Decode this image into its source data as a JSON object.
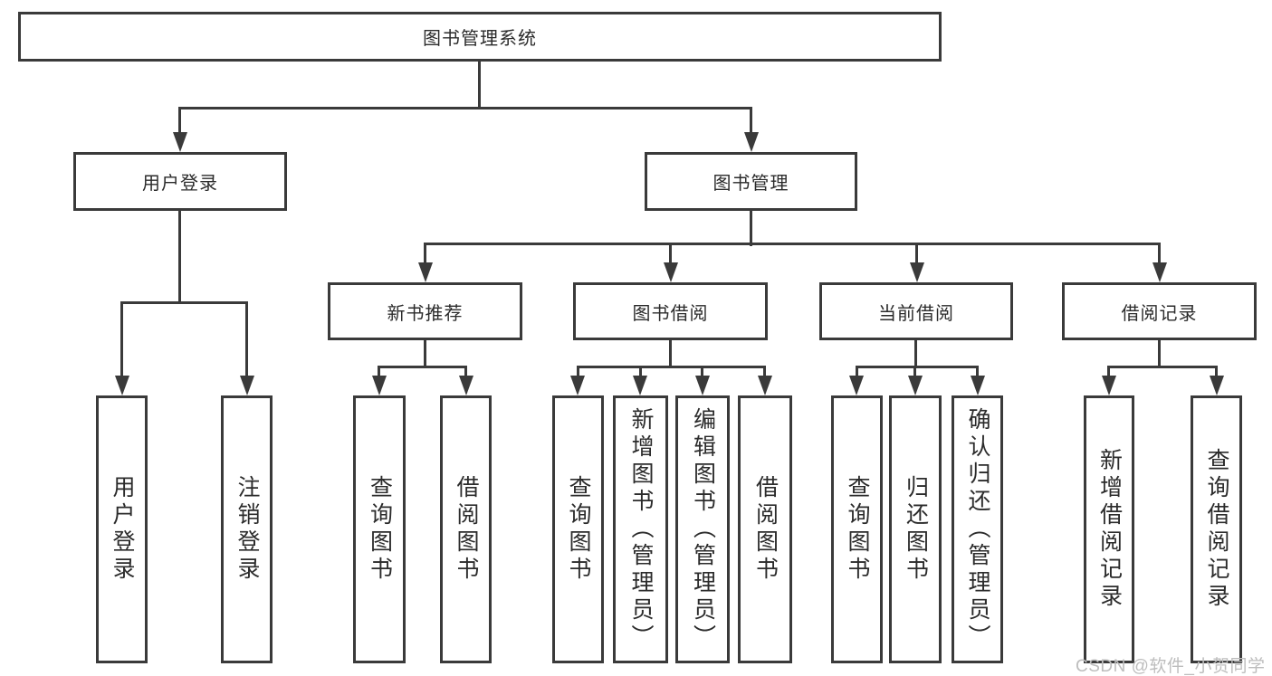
{
  "diagram": {
    "title": "图书管理系统",
    "nodes": {
      "root": "图书管理系统",
      "level2": [
        "用户登录",
        "图书管理"
      ],
      "level3": [
        "新书推荐",
        "图书借阅",
        "当前借阅",
        "借阅记录"
      ],
      "level4": [
        "用户登录",
        "注销登录",
        "查询图书",
        "借阅图书",
        "查询图书",
        "新增图书（管理员）",
        "编辑图书（管理员）",
        "借阅图书",
        "查询图书",
        "归还图书",
        "确认归还（管理员）",
        "新增借阅记录",
        "查询借阅记录"
      ]
    },
    "colors": {
      "line": "#3a3a3a",
      "text": "#2b2b2b",
      "background": "#ffffff",
      "watermark": "#bdbdbd"
    }
  },
  "watermark": "CSDN @软件_小贺同学"
}
